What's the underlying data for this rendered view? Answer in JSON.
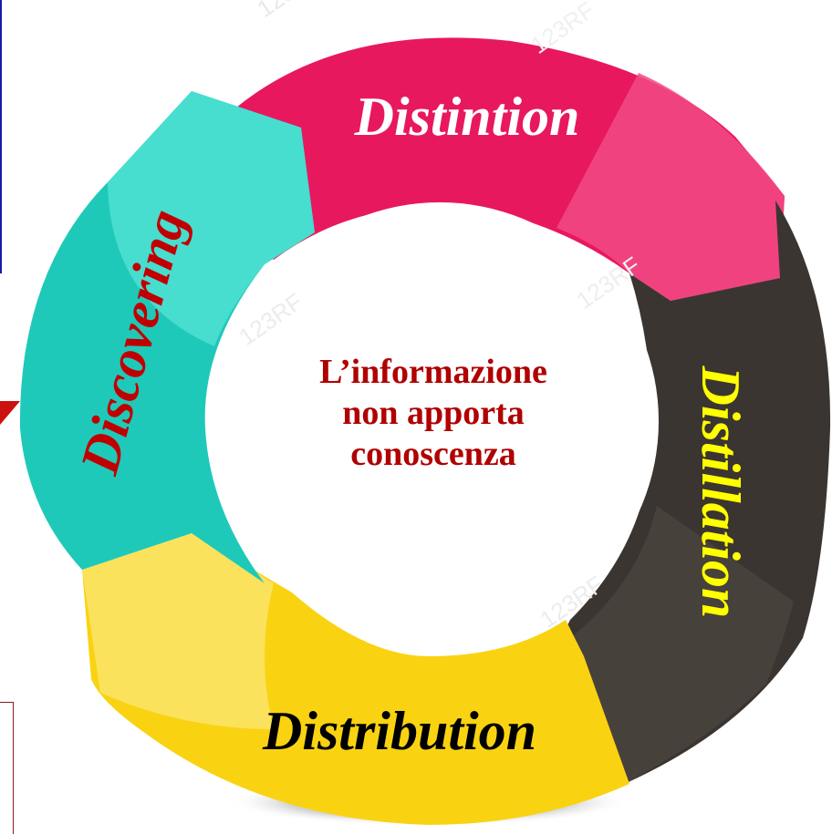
{
  "center_text": [
    "L’informazione",
    "non apporta",
    "conoscenza"
  ],
  "segments": [
    {
      "id": "distintion",
      "label": "Distintion",
      "color": "#e8185e",
      "highlight": "#f24a86",
      "text_color": "#ffffff"
    },
    {
      "id": "distillation",
      "label": "Distillation",
      "color": "#3b3531",
      "highlight": "#4a433e",
      "text_color": "#ffff00"
    },
    {
      "id": "distribution",
      "label": "Distribution",
      "color": "#f9d311",
      "highlight": "#fbe46b",
      "text_color": "#000000"
    },
    {
      "id": "discovering",
      "label": "Discovering",
      "color": "#1fc9b9",
      "highlight": "#4fe0d2",
      "text_color": "#c00000"
    }
  ],
  "watermark": "123RF",
  "colors": {
    "center_text": "#b00000",
    "ring_shadow": "#d9d9d9"
  }
}
